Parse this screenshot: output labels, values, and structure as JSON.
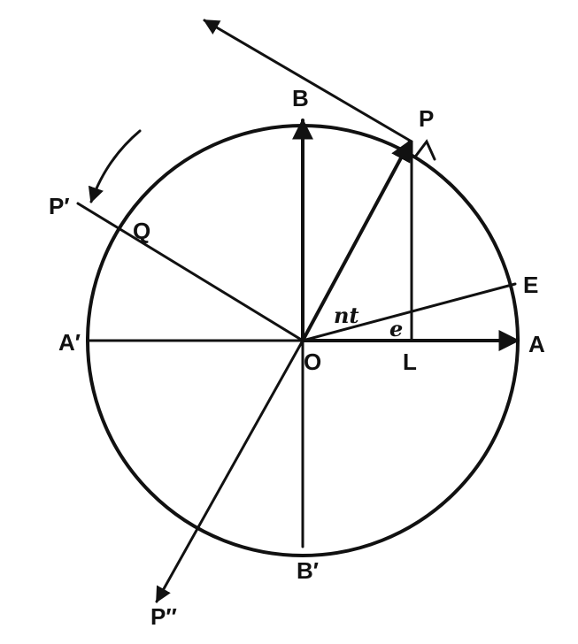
{
  "labels": {
    "B": "B",
    "P": "P",
    "P_prime": "P′",
    "Q": "Q",
    "E": "E",
    "A_prime": "A′",
    "O": "O",
    "L": "L",
    "A": "A",
    "B_prime": "B′",
    "P_double_prime": "P′′",
    "nt": "nt",
    "e": "e"
  }
}
